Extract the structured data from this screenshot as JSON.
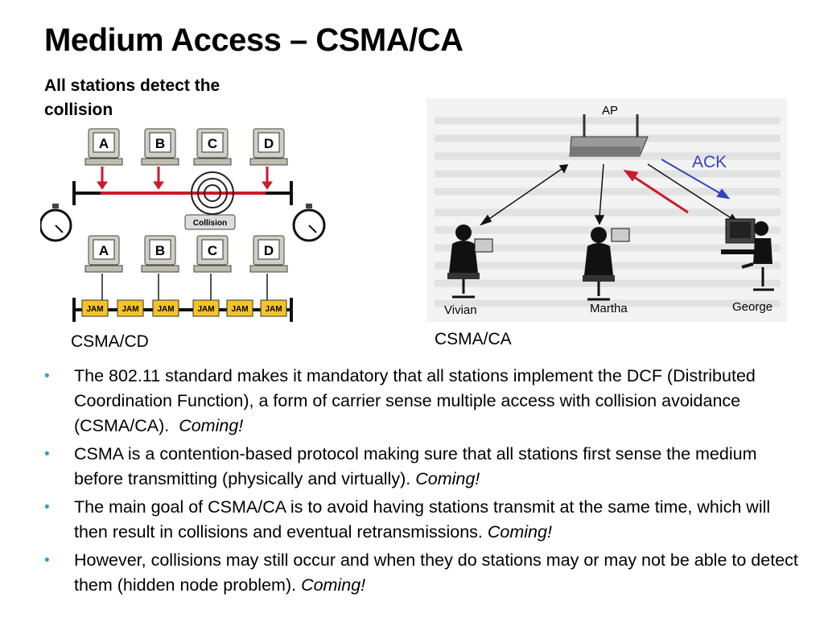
{
  "slide": {
    "title": "Medium Access – CSMA/CA",
    "subtitle": "All stations detect the collision"
  },
  "figure_cd": {
    "caption": "CSMA/CD",
    "stations_top": [
      "A",
      "B",
      "C",
      "D"
    ],
    "stations_bottom": [
      "A",
      "B",
      "C",
      "D"
    ],
    "collision_label": "Collision",
    "jam_labels": [
      "JAM",
      "JAM",
      "JAM",
      "JAM",
      "JAM",
      "JAM"
    ]
  },
  "figure_ca": {
    "caption": "CSMA/CA",
    "ap_label": "AP",
    "ack_label": "ACK",
    "people": [
      "Vivian",
      "Martha",
      "George"
    ]
  },
  "bullets": [
    {
      "text": "The 802.11 standard makes it mandatory that all stations implement the DCF (Distributed Coordination Function), a form of carrier sense multiple access with collision avoidance (CSMA/CA).",
      "emphasis": "Coming!"
    },
    {
      "text": "CSMA is a contention-based protocol making sure that all stations first sense the medium before transmitting (physically and virtually).",
      "emphasis": "Coming!"
    },
    {
      "text": "The main goal of CSMA/CA is to avoid having stations transmit at the same time, which will then result in collisions and eventual retransmissions.",
      "emphasis": "Coming!"
    },
    {
      "text": "However, collisions may still occur and when they do stations may or may not be able to detect them (hidden node problem).",
      "emphasis": "Coming!"
    }
  ],
  "colors": {
    "bullet": "#2f9fd0",
    "ack_arrow": "#3344bb",
    "red_arrow": "#cc1a2e",
    "jam_box": "#f2c428"
  }
}
